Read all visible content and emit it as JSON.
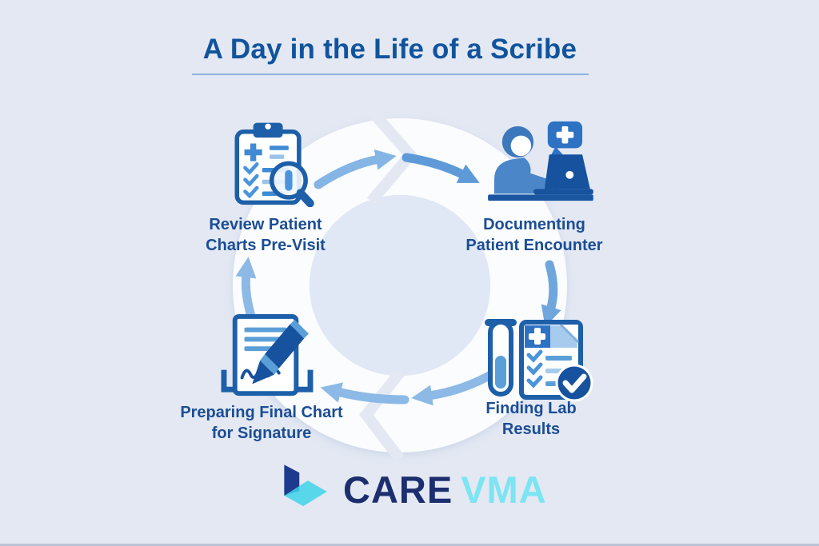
{
  "title": "A Day in the Life of a Scribe",
  "cycle": {
    "direction": "clockwise",
    "steps": [
      {
        "id": "review-charts",
        "label_line1": "Review Patient",
        "label_line2": "Charts Pre-Visit",
        "icon": "clipboard-magnifier-icon",
        "position": "top-left"
      },
      {
        "id": "documenting-encounter",
        "label_line1": "Documenting",
        "label_line2": "Patient Encounter",
        "icon": "scribe-at-laptop-icon",
        "position": "top-right"
      },
      {
        "id": "finding-lab-results",
        "label_line1": "Finding Lab",
        "label_line2": "Results",
        "icon": "lab-results-checklist-icon",
        "position": "bottom-right"
      },
      {
        "id": "preparing-final-chart",
        "label_line1": "Preparing Final Chart",
        "label_line2": "for Signature",
        "icon": "signature-document-pen-icon",
        "position": "bottom-left"
      }
    ]
  },
  "logo": {
    "word1": "CARE",
    "word2": "VMA",
    "mark_icon": "carevma-logo-mark"
  },
  "colors": {
    "background": "#e3e8f3",
    "ring": "#fbfcfe",
    "ring_center": "#e0e8f5",
    "title_text": "#11549d",
    "label_text": "#1b4d94",
    "icon_outline": "#1d5fa8",
    "icon_accent": "#4a94dc",
    "arrow_light": "#8cb9e6",
    "arrow_dark": "#5e9ad8",
    "logo_navy": "#1c2e6e",
    "logo_cyan": "#7ce4f2"
  }
}
